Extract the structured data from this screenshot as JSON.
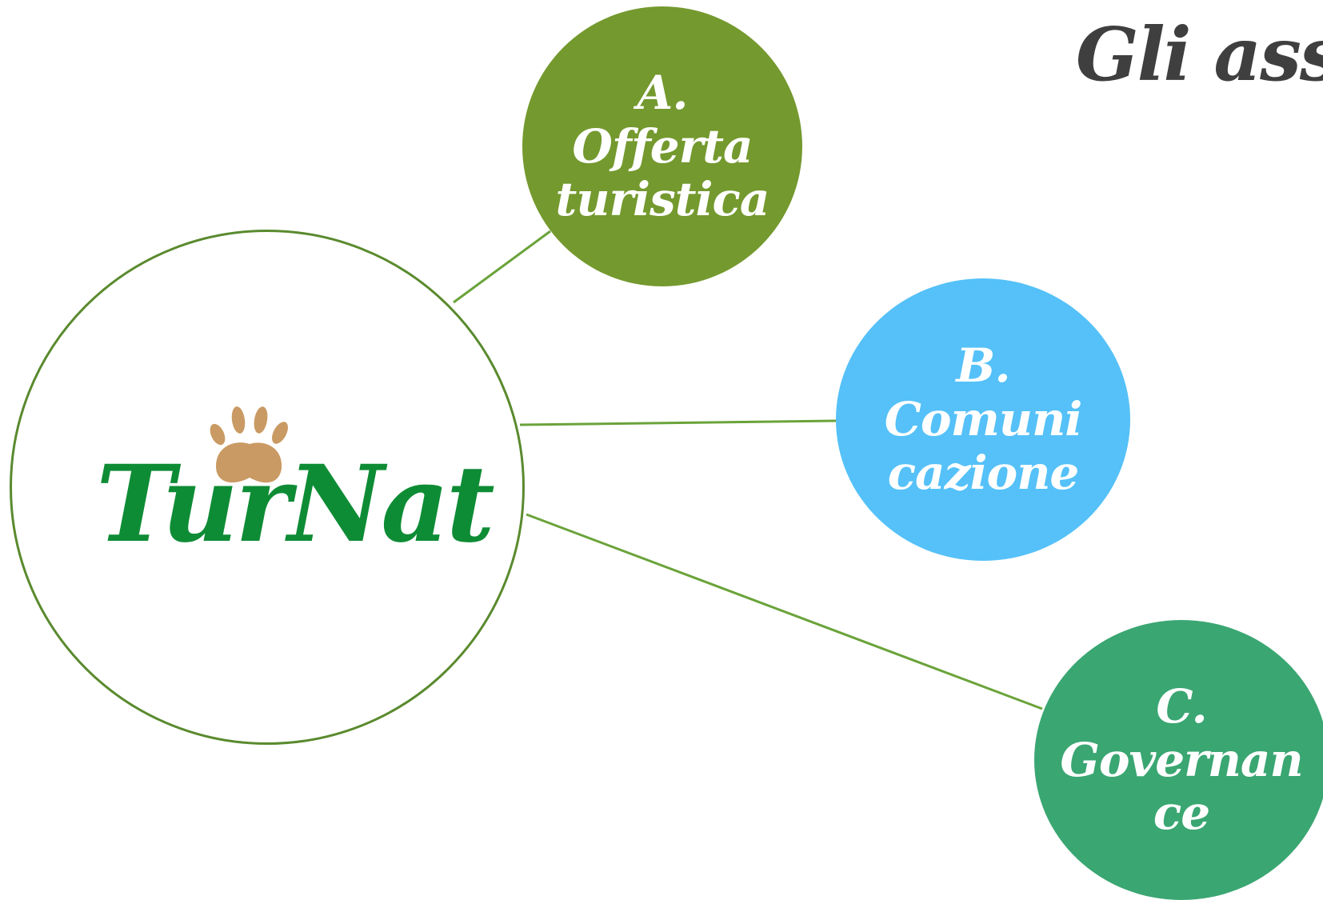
{
  "title": "Gli assi",
  "hub": {
    "logo_text": "TurNat",
    "logo_icon": "paw-print-icon"
  },
  "nodes": [
    {
      "id": "a",
      "lines": [
        "A.",
        "Offerta",
        "turistica"
      ],
      "color": "#74992e"
    },
    {
      "id": "b",
      "lines": [
        "B.",
        "Comuni",
        "cazione"
      ],
      "color": "#55c1f8"
    },
    {
      "id": "c",
      "lines": [
        "C.",
        "Governan",
        "ce"
      ],
      "color": "#3aa672"
    }
  ],
  "colors": {
    "connector": "#6aa33a",
    "hub_border": "#5a8a2e",
    "logo_green": "#0e8c35",
    "paw": "#c99a63",
    "title": "#3f3f3f"
  }
}
